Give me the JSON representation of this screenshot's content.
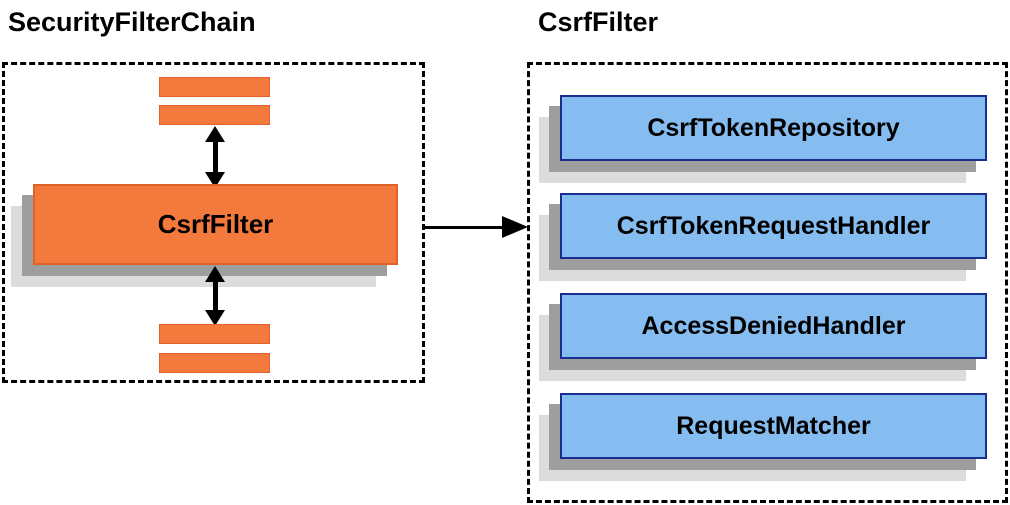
{
  "diagram": {
    "left": {
      "title": "SecurityFilterChain",
      "filter_label": "CsrfFilter"
    },
    "right": {
      "title": "CsrfFilter",
      "components": [
        "CsrfTokenRepository",
        "CsrfTokenRequestHandler",
        "AccessDeniedHandler",
        "RequestMatcher"
      ]
    },
    "colors": {
      "orange_fill": "#F4793D",
      "orange_border": "#E2612B",
      "blue_fill": "#85BDF0",
      "blue_border": "#1B2D8F",
      "shadow_dark": "#9E9E9E",
      "shadow_light": "#DCDCDC",
      "arrow": "#000000"
    }
  }
}
